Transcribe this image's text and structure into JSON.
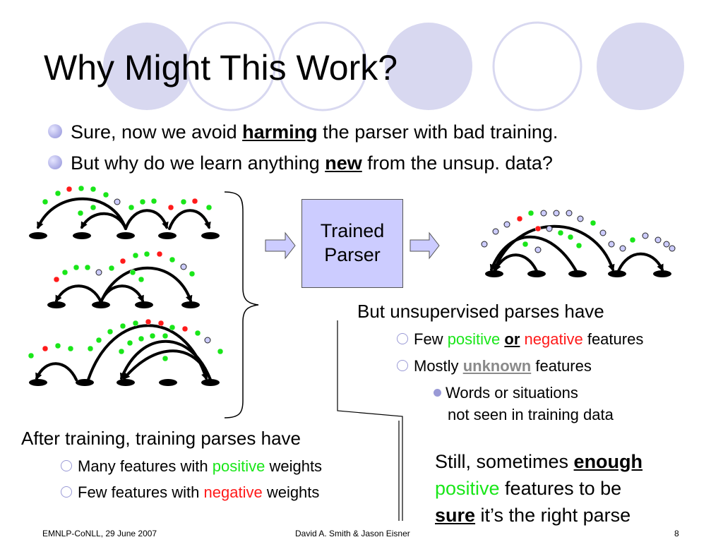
{
  "slide": {
    "title": "Why Might This Work?",
    "bullets": [
      {
        "pre": "Sure, now we avoid ",
        "emph": "harming",
        "post": " the parser with bad training."
      },
      {
        "pre": "But why do we learn anything ",
        "emph": "new",
        "post": " from the unsup. data?"
      }
    ],
    "box_line1": "Trained",
    "box_line2": "Parser",
    "unsup": {
      "heading": "But unsupervised parses have",
      "item1": {
        "pre": "Few ",
        "pos": "positive",
        "mid": " ",
        "or": "or",
        "mid2": " ",
        "neg": "negative",
        "post": " features"
      },
      "item2": {
        "pre": "Mostly ",
        "unk": "unknown",
        "post": " features"
      },
      "item3_line1": "Words or situations",
      "item3_line2": "not seen in training data"
    },
    "after": {
      "heading": "After training, training parses have",
      "item1": {
        "pre": "Many features with ",
        "pos": "positive",
        "post": " weights"
      },
      "item2": {
        "pre": "Few features with ",
        "neg": "negative",
        "post": " weights"
      }
    },
    "still": {
      "l1_pre": "Still, sometimes ",
      "l1_emph": "enough",
      "l2_pos": "positive",
      "l2_post": " features to be",
      "l3_emph": "sure",
      "l3_post": " it’s the right parse"
    },
    "footer": {
      "left": "EMNLP-CoNLL, 29 June 2007",
      "center": "David A. Smith & Jason Eisner",
      "page": "8"
    }
  },
  "colors": {
    "accent": "#ccccff",
    "circle_dark": "#d8d8f0",
    "positive": "#19e619",
    "negative": "#ff1a1a",
    "unknown_dot": "#ccccff"
  }
}
